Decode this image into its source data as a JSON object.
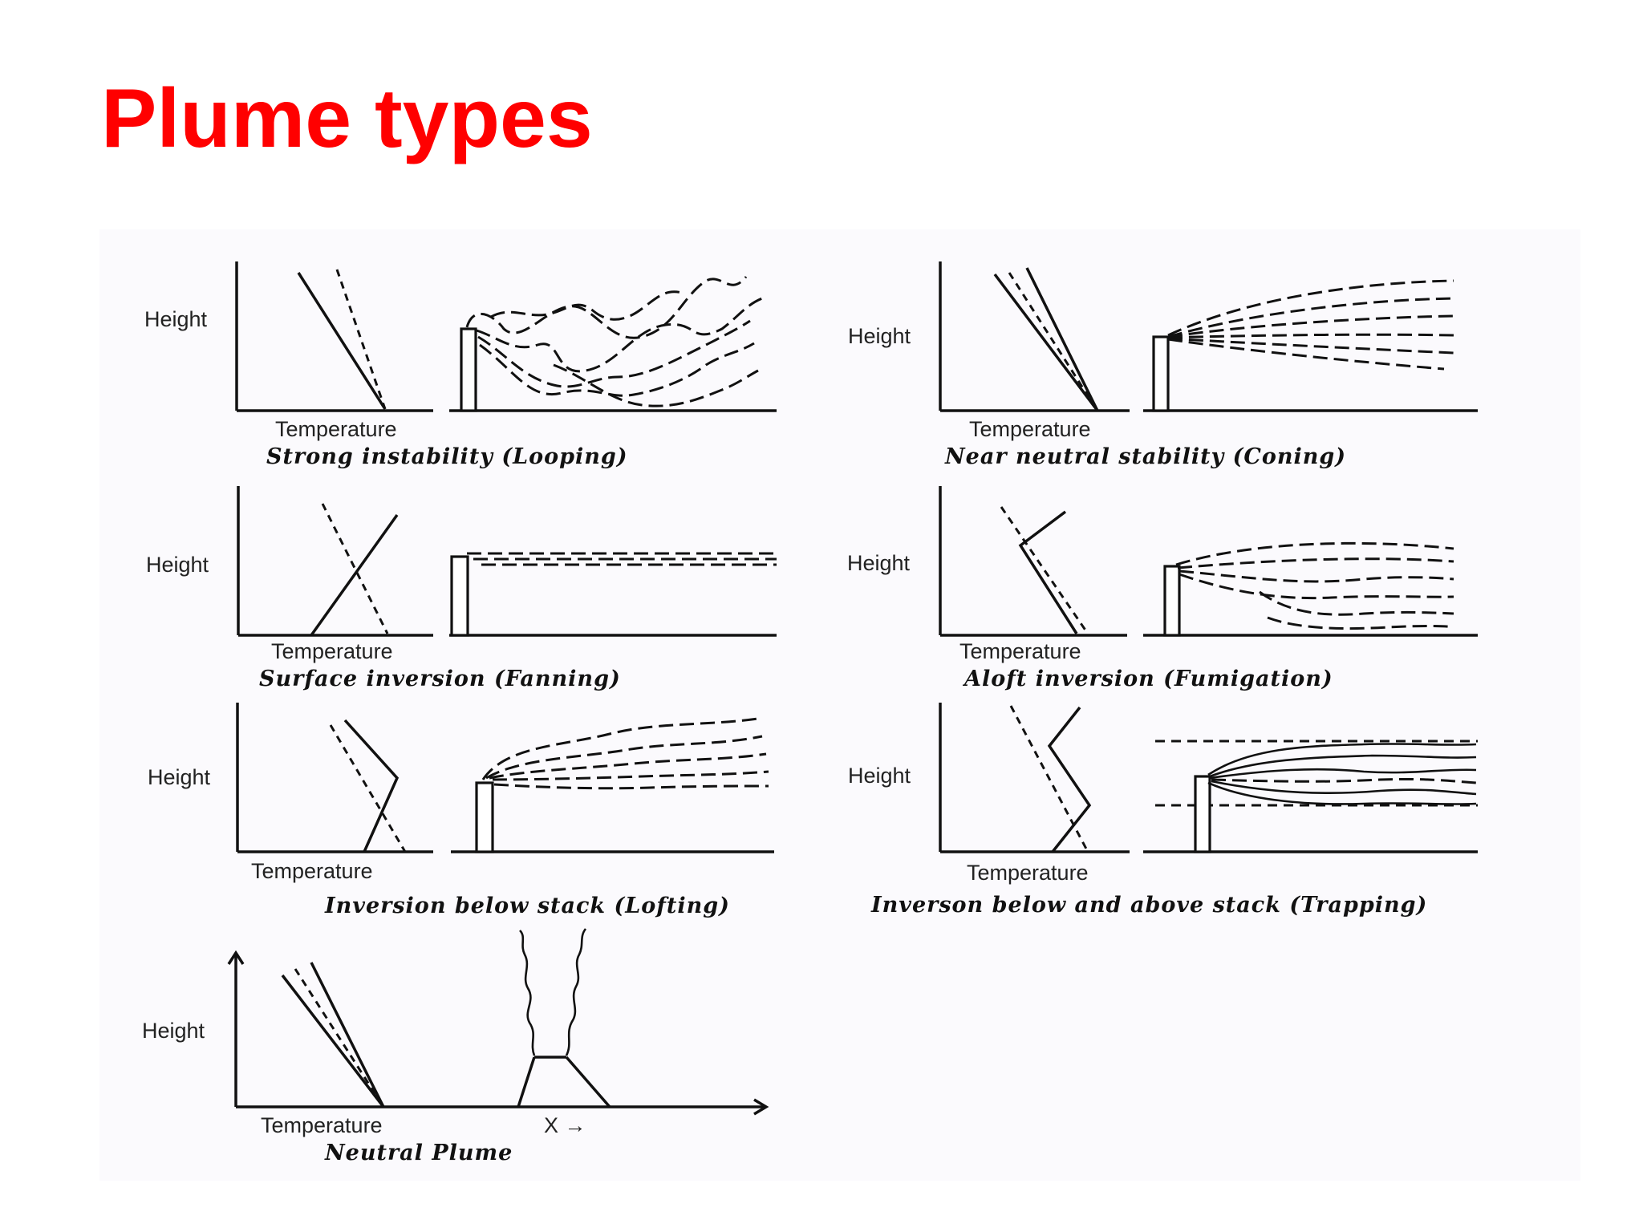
{
  "slide": {
    "title": "Plume types"
  },
  "panels": [
    {
      "id": "looping",
      "ylabel": "Height",
      "xlabel": "Temperature",
      "caption": "Strong instability (Looping)"
    },
    {
      "id": "coning",
      "ylabel": "Height",
      "xlabel": "Temperature",
      "caption": "Near neutral stability (Coning)"
    },
    {
      "id": "fanning",
      "ylabel": "Height",
      "xlabel": "Temperature",
      "caption": "Surface inversion (Fanning)"
    },
    {
      "id": "fumigation",
      "ylabel": "Height",
      "xlabel": "Temperature",
      "caption": "Aloft inversion (Fumigation)"
    },
    {
      "id": "lofting",
      "ylabel": "Height",
      "xlabel": "Temperature",
      "caption": "Inversion below stack (Lofting)"
    },
    {
      "id": "trapping",
      "ylabel": "Height",
      "xlabel": "Temperature",
      "caption": "Inverson below and above stack (Trapping)"
    },
    {
      "id": "neutral",
      "ylabel": "Height",
      "xlabel": "Temperature",
      "caption": "Neutral Plume",
      "distance_label": "X →"
    }
  ],
  "colors": {
    "title": "#ff0000",
    "ink": "#111111",
    "panel_bg": "#fbfafd"
  }
}
